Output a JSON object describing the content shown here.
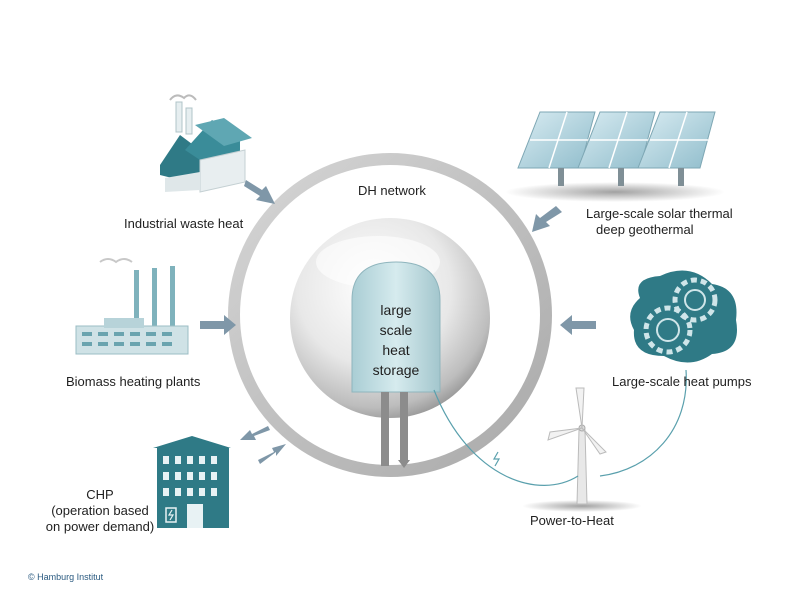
{
  "network_label": "DH network",
  "storage_lines": [
    "large",
    "scale",
    "heat",
    "storage"
  ],
  "sources": {
    "industrial": "Industrial waste heat",
    "solar": "Large-scale solar thermal",
    "solar_line2": "deep geothermal",
    "biomass": "Biomass heating plants",
    "heat_pumps": "Large-scale heat pumps",
    "chp_line1": "CHP",
    "chp_line2": "(operation based",
    "chp_line3": "on power demand)",
    "power_to_heat": "Power-to-Heat"
  },
  "copyright": "© Hamburg Institut",
  "colors": {
    "teal": "#2f7a86",
    "teal_light": "#5fa7b3",
    "arrow": "#7f97a8",
    "ring": "#b8b8b8",
    "storage": "#bfdbe0"
  }
}
